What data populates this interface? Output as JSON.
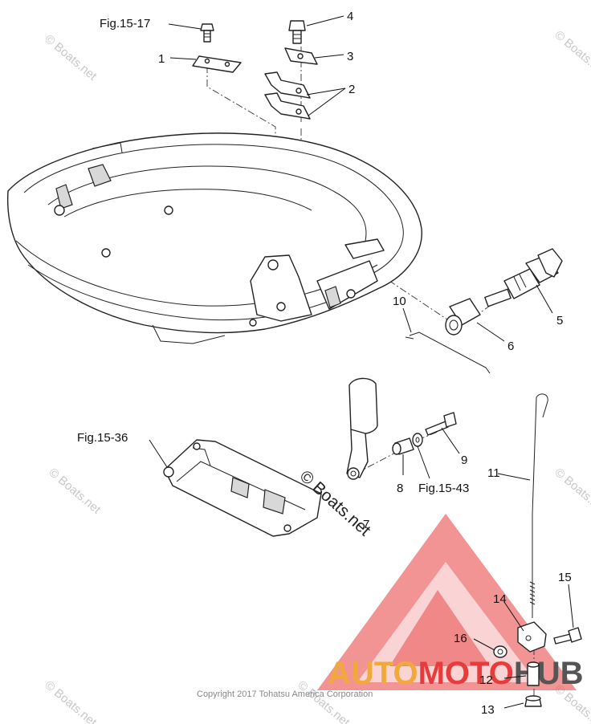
{
  "callouts": {
    "fig_15_17": "Fig.15-17",
    "p1": "1",
    "p2": "2",
    "p3": "3",
    "p4": "4",
    "p5": "5",
    "p6": "6",
    "p7": "7",
    "p8": "8",
    "p9": "9",
    "p10": "10",
    "p11": "11",
    "p12": "12",
    "p13": "13",
    "p14": "14",
    "p15": "15",
    "p16": "16",
    "fig_15_36": "Fig.15-36",
    "fig_15_43": "Fig.15-43"
  },
  "watermark": {
    "text": "© Boats.net",
    "main": "© Boats.net"
  },
  "copyright": "Copyright 2017 Tohatsu America Corporation",
  "logo": {
    "auto": "AUTO",
    "moto": "MOTO",
    "hub": "HUB",
    "color_red": "#e83c3c",
    "color_orange": "#f2a93b",
    "color_gray": "#555555"
  }
}
